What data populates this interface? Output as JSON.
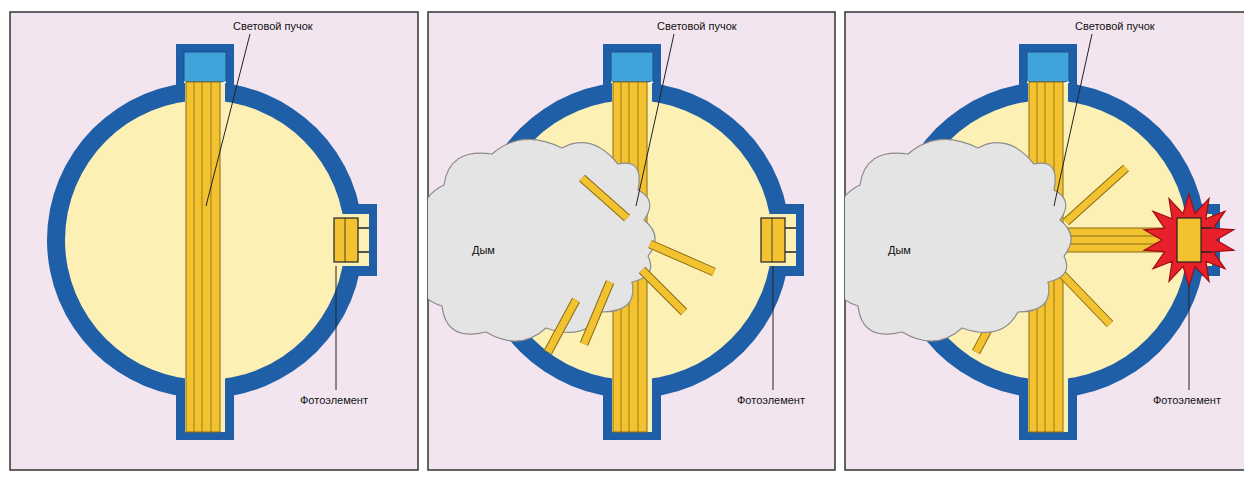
{
  "diagram": {
    "labels": [
      "Световой пучок",
      "Фотоэлемент",
      "Световой пучок",
      "Дым",
      "Фотоэлемент",
      "Световой пучок",
      "Дым",
      "Фотоэлемент"
    ]
  }
}
